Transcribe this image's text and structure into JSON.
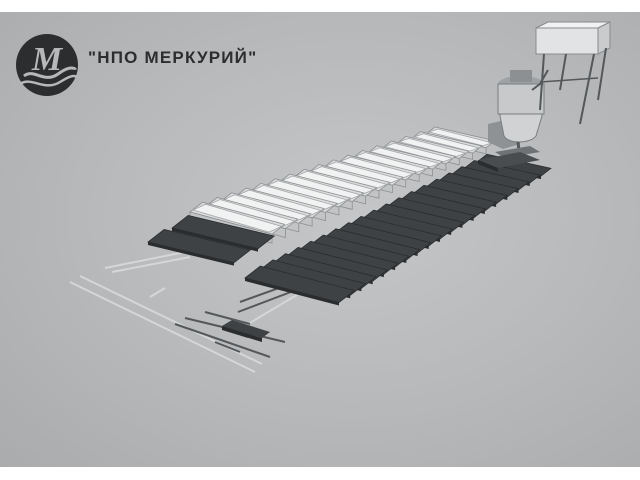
{
  "brand": {
    "name": "\"НПО МЕРКУРИЙ\"",
    "logo_letter": "M",
    "logo_icon": "mercury-logo-icon"
  },
  "colors": {
    "background": "#b6b8ba",
    "pallet": "#3f4244",
    "pallet_edge": "#2a2c2e",
    "mold": "#d9dbdc",
    "mold_inner": "#f1f2f2",
    "frame": "#55585a",
    "rail": "#d4d6d7",
    "logo": "#2b2d2f"
  },
  "scene": {
    "pallet_count": 19,
    "mold_count": 17
  }
}
